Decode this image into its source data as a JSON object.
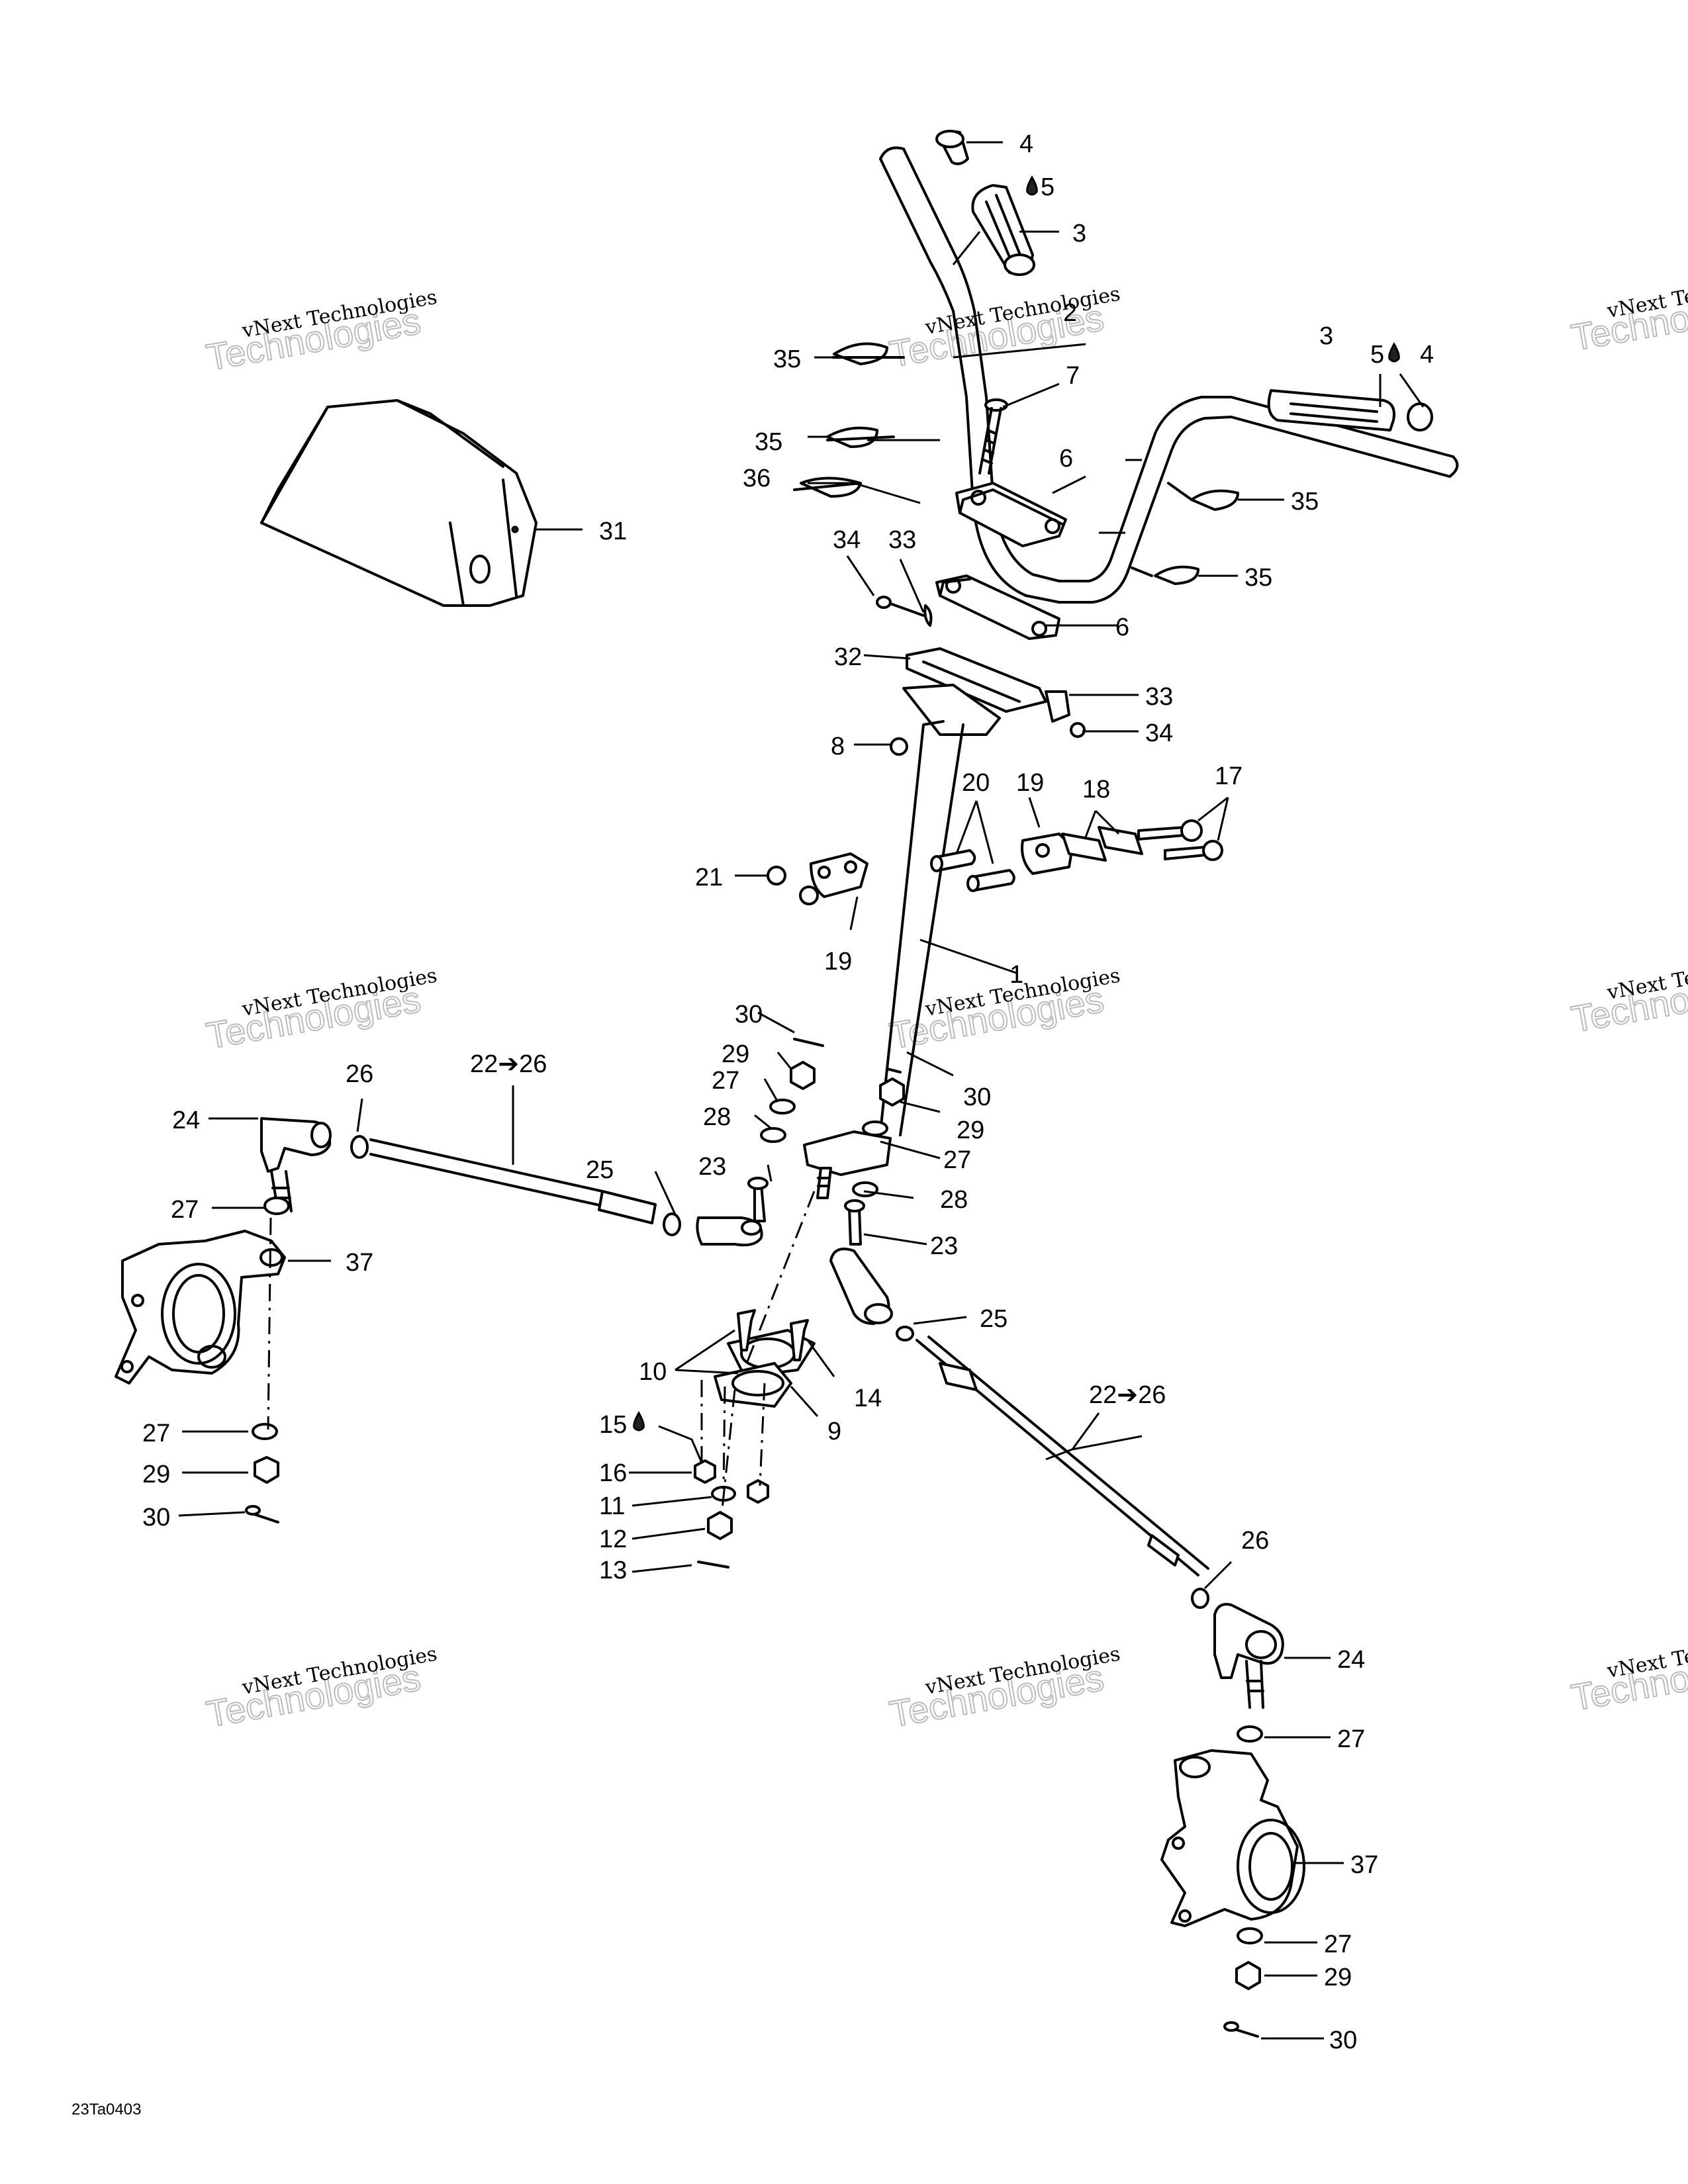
{
  "diagram_code": "23Ta0403",
  "watermark": {
    "line1": "vNext Technologies",
    "line2": "Technologies"
  },
  "callouts": [
    "4",
    "5",
    "3",
    "2",
    "35",
    "7",
    "3",
    "5",
    "4",
    "35",
    "6",
    "36",
    "35",
    "31",
    "34",
    "33",
    "35",
    "6",
    "32",
    "33",
    "34",
    "8",
    "20",
    "19",
    "18",
    "17",
    "21",
    "19",
    "1",
    "30",
    "29",
    "30",
    "27",
    "29",
    "26",
    "22➔26",
    "28",
    "24",
    "27",
    "25",
    "23",
    "28",
    "27",
    "23",
    "37",
    "25",
    "10",
    "14",
    "22➔26",
    "27",
    "15",
    "9",
    "29",
    "16",
    "30",
    "11",
    "12",
    "13",
    "26",
    "24",
    "27",
    "37",
    "27",
    "29",
    "30"
  ]
}
